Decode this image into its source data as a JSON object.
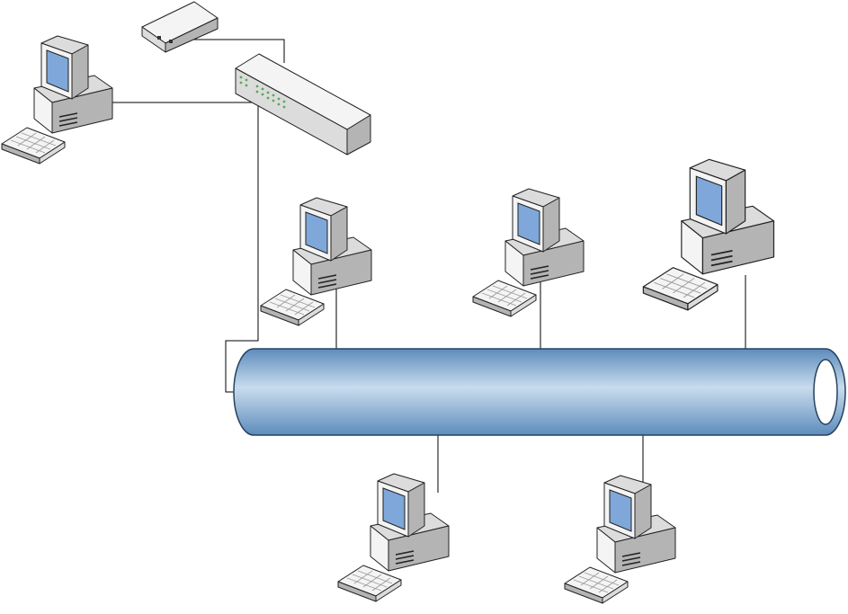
{
  "diagram": {
    "type": "network-topology",
    "topology": "bus",
    "colors": {
      "background": "#ffffff",
      "cable": "#000000",
      "bus_pipe_light": "#c9dcee",
      "bus_pipe_mid": "#8eb2d6",
      "bus_pipe_dark": "#5d8cbc",
      "bus_pipe_outline": "#24425f",
      "device_light": "#f4f4f4",
      "device_mid": "#dcdcdc",
      "device_dark": "#b4b4b4",
      "screen": "#7fa7d9",
      "led": "#5aa85a"
    },
    "nodes": [
      {
        "id": "modem",
        "kind": "modem",
        "icon": "modem-icon"
      },
      {
        "id": "hub",
        "kind": "hub",
        "icon": "hub-icon"
      },
      {
        "id": "pc-top-left",
        "kind": "workstation",
        "icon": "computer-icon"
      },
      {
        "id": "pc-mid-1",
        "kind": "workstation",
        "icon": "computer-icon"
      },
      {
        "id": "pc-mid-2",
        "kind": "workstation",
        "icon": "computer-icon"
      },
      {
        "id": "pc-mid-3",
        "kind": "workstation",
        "icon": "computer-icon"
      },
      {
        "id": "pc-bottom-1",
        "kind": "workstation",
        "icon": "computer-icon"
      },
      {
        "id": "pc-bottom-2",
        "kind": "workstation",
        "icon": "computer-icon"
      },
      {
        "id": "bus",
        "kind": "bus-backbone",
        "icon": "bus-cable-icon"
      }
    ],
    "links": [
      {
        "from": "modem",
        "to": "hub"
      },
      {
        "from": "pc-top-left",
        "to": "hub"
      },
      {
        "from": "hub",
        "to": "bus"
      },
      {
        "from": "pc-mid-1",
        "to": "bus"
      },
      {
        "from": "pc-mid-2",
        "to": "bus"
      },
      {
        "from": "pc-mid-3",
        "to": "bus"
      },
      {
        "from": "pc-bottom-1",
        "to": "bus"
      },
      {
        "from": "pc-bottom-2",
        "to": "bus"
      }
    ]
  }
}
